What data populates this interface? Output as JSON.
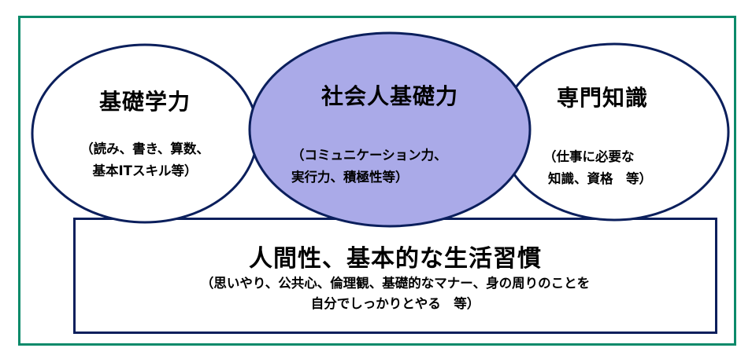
{
  "colors": {
    "frame_border": "#0b8a6a",
    "shape_outline": "#0b1f5c",
    "center_fill": "#aaaae8",
    "side_fill": "#ffffff"
  },
  "circles": [
    {
      "id": "basic-academic",
      "title": "基礎学力",
      "detail_line1": "（読み、書き、算数、",
      "detail_line2": "基本ITスキル等）"
    },
    {
      "id": "social-basic",
      "title": "社会人基礎力",
      "detail_line1": "（コミュニケーション力、",
      "detail_line2": "実行力、積極性等）"
    },
    {
      "id": "expert-knowledge",
      "title": "専門知識",
      "detail_line1": "（仕事に必要な",
      "detail_line2": "知識、資格　等）"
    }
  ],
  "foundation": {
    "title": "人間性、基本的な生活習慣",
    "detail_line1": "（思いやり、公共心、倫理観、基礎的なマナー、身の周りのことを",
    "detail_line2": "自分でしっかりとやる　等）"
  }
}
